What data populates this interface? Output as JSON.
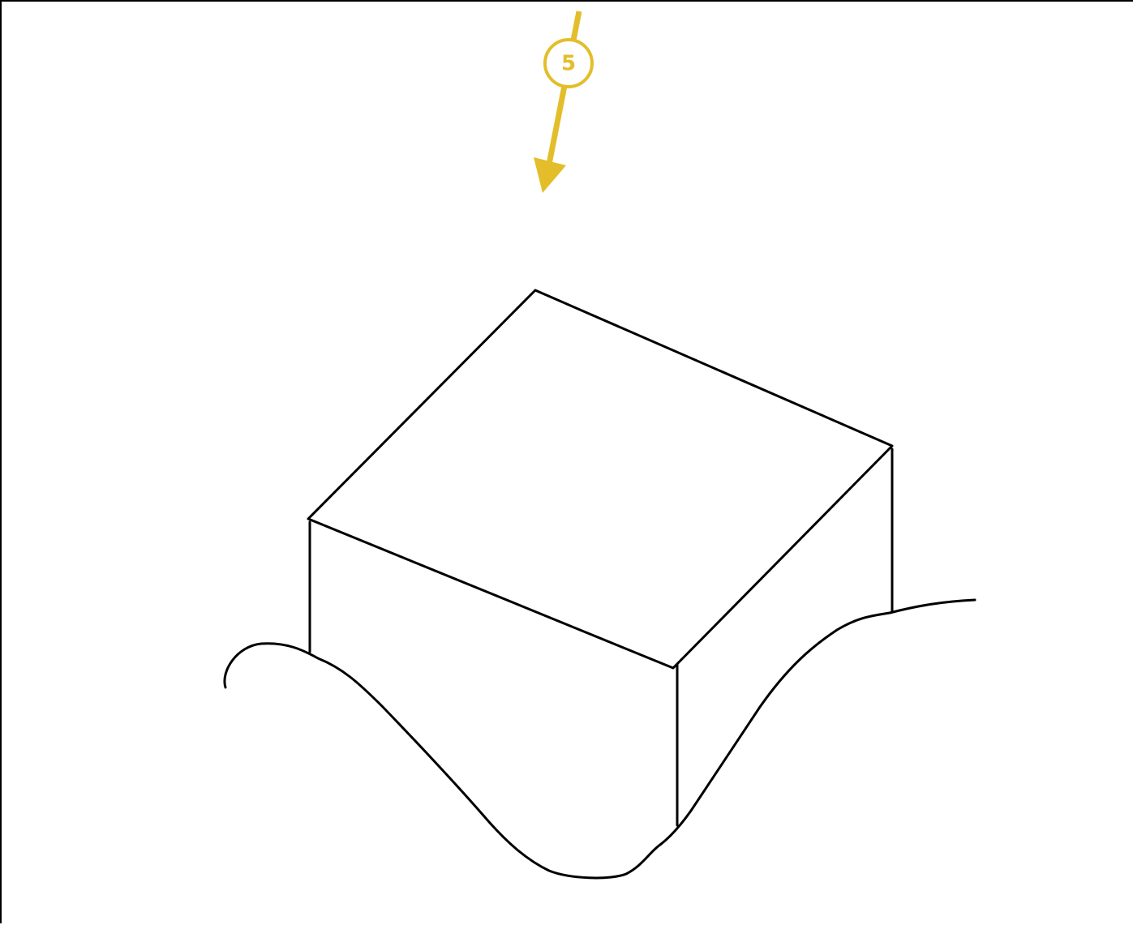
{
  "diagram": {
    "step_marker": {
      "label": "5",
      "color": "#E3BE2A"
    },
    "line_color": "#000000",
    "background": "#FFFFFF",
    "shapes": [
      "cube",
      "terrain-curve",
      "down-arrow"
    ]
  }
}
